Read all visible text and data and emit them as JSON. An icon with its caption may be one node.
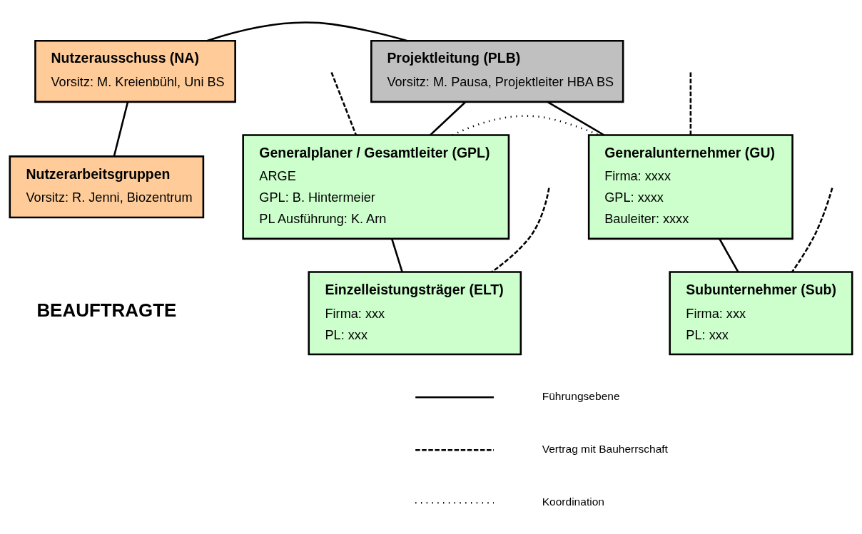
{
  "diagram": {
    "nodes": [
      {
        "text": [
          "Nutzerausschuss (NA)",
          "Vorsitz: M. Kreienbühl, Uni BS"
        ]
      },
      {
        "text": [
          "Nutzerarbeitsgruppen",
          "Vorsitz: R. Jenni, Biozentrum"
        ]
      },
      {
        "text": [
          "Projektleitung (PLB)",
          "Vorsitz: M. Pausa, Projektleiter HBA BS"
        ]
      },
      {
        "text": [
          "Generalplaner / Gesamtleiter (GPL)",
          "ARGE",
          "GPL: B. Hintermeier",
          "PL Ausführung: K. Arn"
        ]
      },
      {
        "text": [
          "Generalunternehmer (GU)",
          "Firma: xxxx",
          "GPL: xxxx",
          "Bauleiter: xxxx"
        ]
      },
      {
        "text": [
          "Einzelleistungsträger (ELT)",
          "Firma: xxx",
          "PL: xxx"
        ]
      },
      {
        "text": [
          "Subunternehmer (Sub)",
          "Firma: xxx",
          "PL: xxx"
        ]
      }
    ],
    "edges": [
      {
        "from": 0,
        "to": 2,
        "arrow": "none"
      },
      {
        "from": 0,
        "to": 1,
        "arrow": "none"
      },
      {
        "from": 2,
        "to": 3,
        "arrow": "none"
      },
      {
        "from": 2,
        "to": 4,
        "arrow": "none"
      },
      {
        "from": 3,
        "to": 4,
        "arrow": "none",
        "style": "dashed"
      },
      {
        "from": 3,
        "to": 5,
        "arrow": "none"
      },
      {
        "from": 4,
        "to": 6,
        "arrow": "none"
      },
      {
        "from": null,
        "to": 3,
        "arrow": "none",
        "style": "dashed"
      },
      {
        "from": null,
        "to": 5,
        "arrow": "none",
        "style": "dashed"
      },
      {
        "from": null,
        "to": 4,
        "arrow": "none",
        "style": "dashed"
      },
      {
        "from": null,
        "to": 6,
        "arrow": "none",
        "style": "dashed"
      }
    ],
    "labels": [
      "BEAUFTRAGTE"
    ],
    "legend": [
      {
        "text": "Führungsebene"
      },
      {
        "text": "Vertrag mit Bauherrschaft"
      },
      {
        "text": "Koordination"
      }
    ]
  }
}
